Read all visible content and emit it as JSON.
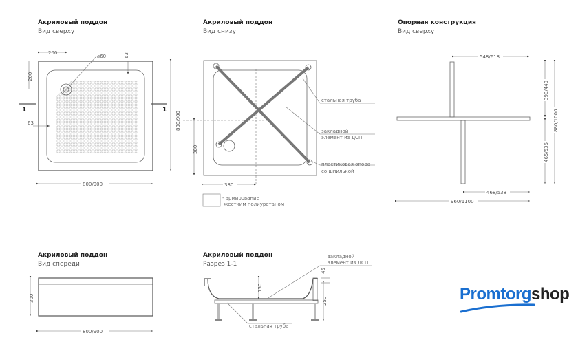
{
  "panels": {
    "top_view": {
      "title": "Акриловый поддон",
      "subtitle": "Вид сверху",
      "dims": {
        "drain_x": "200",
        "drain_y": "200",
        "drain_diameter": "⌀60",
        "rim_top": "63",
        "rim_left": "63",
        "width": "800/900",
        "depth": "800/900",
        "section_mark": "1"
      }
    },
    "bottom_view": {
      "title": "Акриловый поддон",
      "subtitle": "Вид снизу",
      "dims": {
        "drain_x": "380",
        "drain_y": "380"
      },
      "callouts": {
        "pipe": "стальная труба",
        "insert_1": "закладной",
        "insert_2": "элемент из ДСП",
        "support_1": "пластиковая опора",
        "support_2": "со шпилькой"
      },
      "legend": {
        "line1": "- армирование",
        "line2": "жестким полиуретаном"
      }
    },
    "frame_view": {
      "title": "Опорная конструкция",
      "subtitle": "Вид сверху",
      "dims": {
        "top": "548/618",
        "upper": "390/440",
        "total_h": "880/1000",
        "lower": "465/535",
        "bottom": "468/538",
        "total_w": "960/1100"
      }
    },
    "front_view": {
      "title": "Акриловый поддон",
      "subtitle": "Вид спереди",
      "dims": {
        "height": "300",
        "width": "800/900"
      }
    },
    "section_view": {
      "title": "Акриловый поддон",
      "subtitle": "Разрез 1-1",
      "dims": {
        "depth": "150",
        "rim": "45",
        "height": "250"
      },
      "callouts": {
        "insert_1": "закладной",
        "insert_2": "элемент из ДСП",
        "pipe": "стальная труба"
      }
    }
  },
  "logo": {
    "part1": "Promtorg",
    "part2": "shop",
    "color": "#1a6fd0"
  }
}
